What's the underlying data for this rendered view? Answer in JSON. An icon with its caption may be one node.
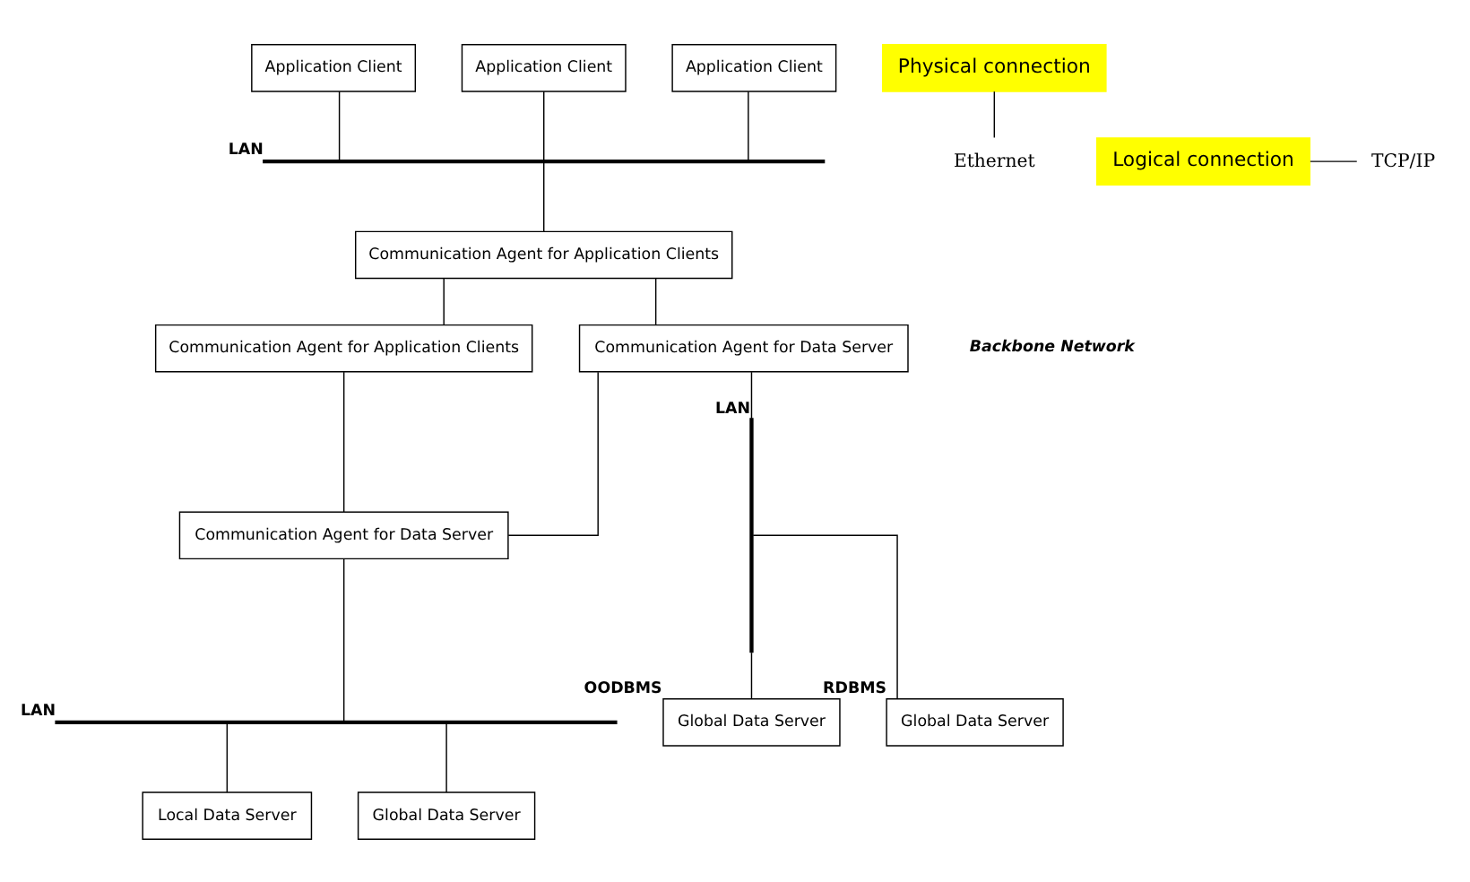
{
  "diagram": {
    "nodes": [
      {
        "text": [
          "Application Client"
        ]
      },
      {
        "text": [
          "Application Client"
        ]
      },
      {
        "text": [
          "Application Client"
        ]
      },
      {
        "text": [
          "Physical connection"
        ]
      },
      {
        "text": [
          "TCP/IP"
        ]
      },
      {
        "text": [
          "Ethernet"
        ]
      },
      {
        "text": [],
        "shape": "bar",
        "beside": [
          "LAN"
        ]
      },
      {
        "text": [
          "Logical connection"
        ]
      },
      {
        "text": [
          "Communication Agent for Application Clients"
        ]
      },
      {
        "text": [],
        "shape": "bar",
        "beside": [
          "LAN"
        ]
      },
      {
        "text": [
          "Global Data Server"
        ],
        "beside": [
          "OODBMS"
        ]
      },
      {
        "text": [
          "Communication Agent for Application Clients"
        ]
      },
      {
        "text": [
          "Communication Agent for Data Server"
        ]
      },
      {
        "text": [
          "Global Data Server"
        ],
        "beside": [
          "RDBMS"
        ]
      },
      {
        "text": [
          "Communication Agent for Data Server"
        ]
      },
      {
        "text": [],
        "shape": "bar",
        "beside": [
          "LAN"
        ]
      },
      {
        "text": [
          "Local Data Server"
        ]
      },
      {
        "text": [
          "Global Data Server"
        ]
      }
    ],
    "edges": [
      {
        "from": 0,
        "to": 6,
        "arrow": "none"
      },
      {
        "from": 1,
        "to": 6,
        "arrow": "none"
      },
      {
        "from": 2,
        "to": 6,
        "arrow": "none"
      },
      {
        "from": 3,
        "to": 5,
        "arrow": "none"
      },
      {
        "from": 7,
        "to": 4,
        "arrow": "none"
      },
      {
        "from": 6,
        "to": 8,
        "arrow": "none"
      },
      {
        "from": 8,
        "to": 11,
        "arrow": "none"
      },
      {
        "from": 8,
        "to": 12,
        "arrow": "none"
      },
      {
        "from": 11,
        "to": 14,
        "arrow": "none"
      },
      {
        "from": 12,
        "to": 14,
        "arrow": "none"
      },
      {
        "from": 12,
        "to": 9,
        "arrow": "none"
      },
      {
        "from": 9,
        "to": 10,
        "arrow": "none"
      },
      {
        "from": 9,
        "to": 13,
        "arrow": "none"
      },
      {
        "from": 14,
        "to": 15,
        "arrow": "none"
      },
      {
        "from": 15,
        "to": 16,
        "arrow": "none"
      },
      {
        "from": 15,
        "to": 17,
        "arrow": "none"
      }
    ],
    "labels": [
      "Backbone Network"
    ]
  }
}
